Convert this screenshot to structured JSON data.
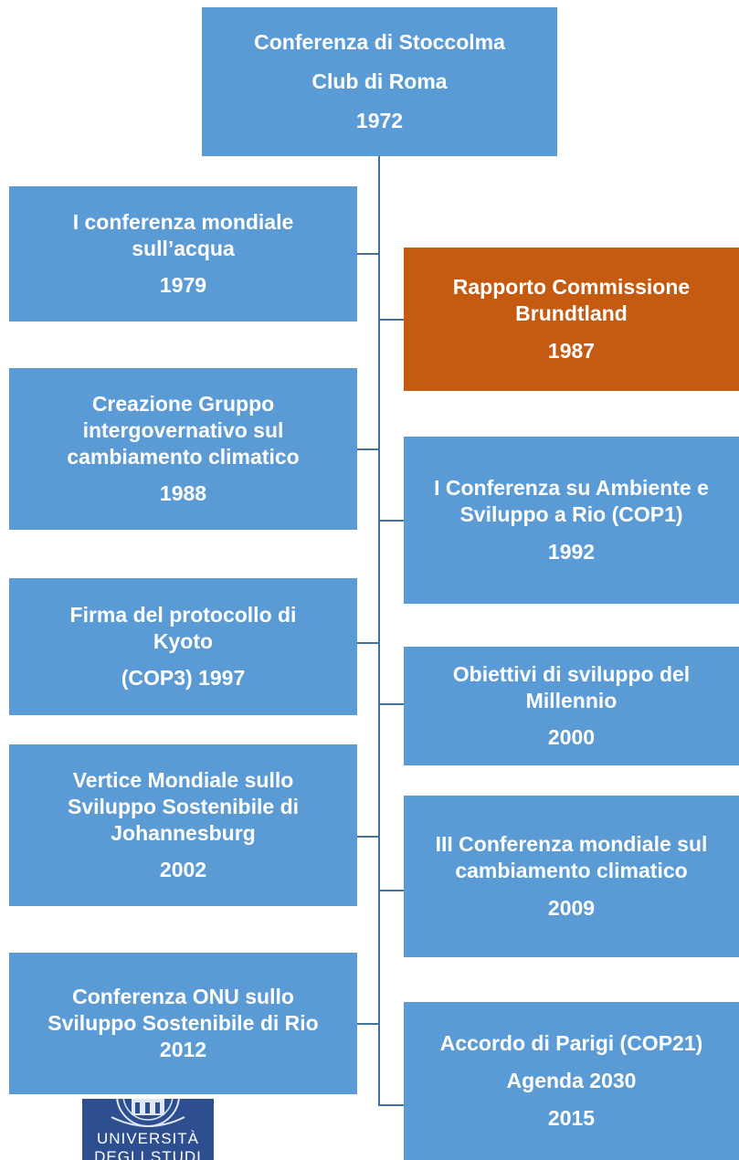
{
  "colors": {
    "box_blue": "#5b9bd5",
    "box_orange": "#c55a11",
    "connector": "#41719c",
    "logo_bg": "#2e4f8f"
  },
  "root": {
    "lines": [
      "Conferenza di Stoccolma",
      "Club di Roma",
      "1972"
    ]
  },
  "left_events": [
    {
      "lines": [
        "I conferenza mondiale",
        "sull’acqua"
      ],
      "year": "1979"
    },
    {
      "lines": [
        "Creazione Gruppo",
        "intergovernativo sul",
        "cambiamento climatico"
      ],
      "year": "1988"
    },
    {
      "lines": [
        "Firma del protocollo di",
        "Kyoto"
      ],
      "year": "(COP3) 1997"
    },
    {
      "lines": [
        "Vertice Mondiale sullo",
        "Sviluppo Sostenibile di",
        "Johannesburg"
      ],
      "year": "2002"
    },
    {
      "lines": [
        "Conferenza ONU sullo",
        "Sviluppo Sostenibile di Rio",
        "2012"
      ]
    }
  ],
  "right_events": [
    {
      "lines": [
        "Rapporto Commissione",
        "Brundtland"
      ],
      "year": "1987",
      "highlight": true
    },
    {
      "lines": [
        "I Conferenza su Ambiente e",
        "Sviluppo a Rio (COP1)"
      ],
      "year": "1992"
    },
    {
      "lines": [
        "Obiettivi di sviluppo del",
        "Millennio"
      ],
      "year": "2000"
    },
    {
      "lines": [
        "III Conferenza mondiale sul",
        "cambiamento climatico"
      ],
      "year": "2009"
    },
    {
      "lines": [
        "Accordo di Parigi (COP21)"
      ],
      "years": [
        "Agenda 2030",
        "2015"
      ]
    }
  ],
  "logo": {
    "text_lines": [
      "UNIVERSITÀ",
      "DEGLI STUDI"
    ]
  }
}
